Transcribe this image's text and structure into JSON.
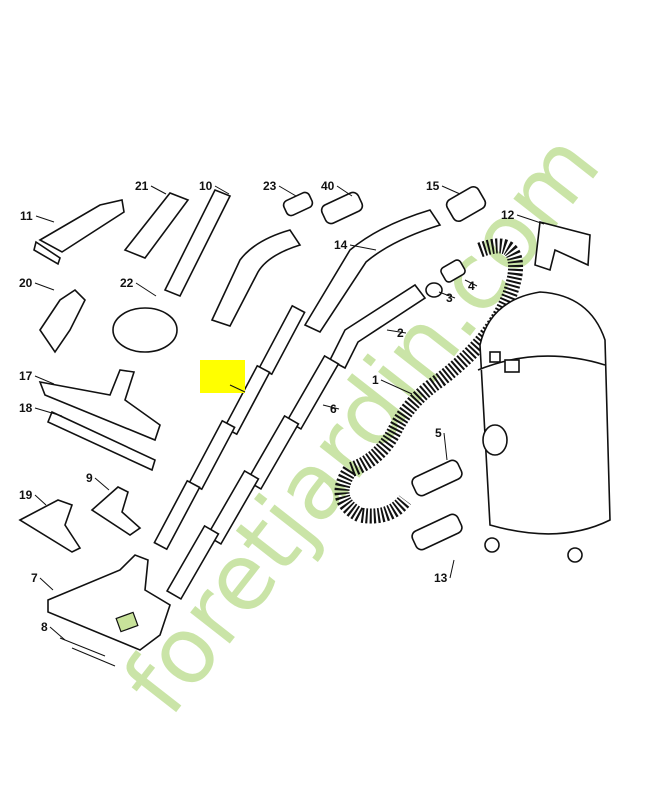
{
  "diagram": {
    "parts": [
      "11",
      "21",
      "10",
      "23",
      "40",
      "15",
      "12",
      "14",
      "20",
      "22",
      "3",
      "4",
      "2",
      "17",
      "1",
      "6",
      "18",
      "5",
      "9",
      "19",
      "7",
      "13",
      "8"
    ],
    "highlight_color": "#ffff00",
    "watermark": {
      "text": "foretjardin.com",
      "color": "#b9dc8a",
      "accent_color": "#f5c48a"
    }
  }
}
